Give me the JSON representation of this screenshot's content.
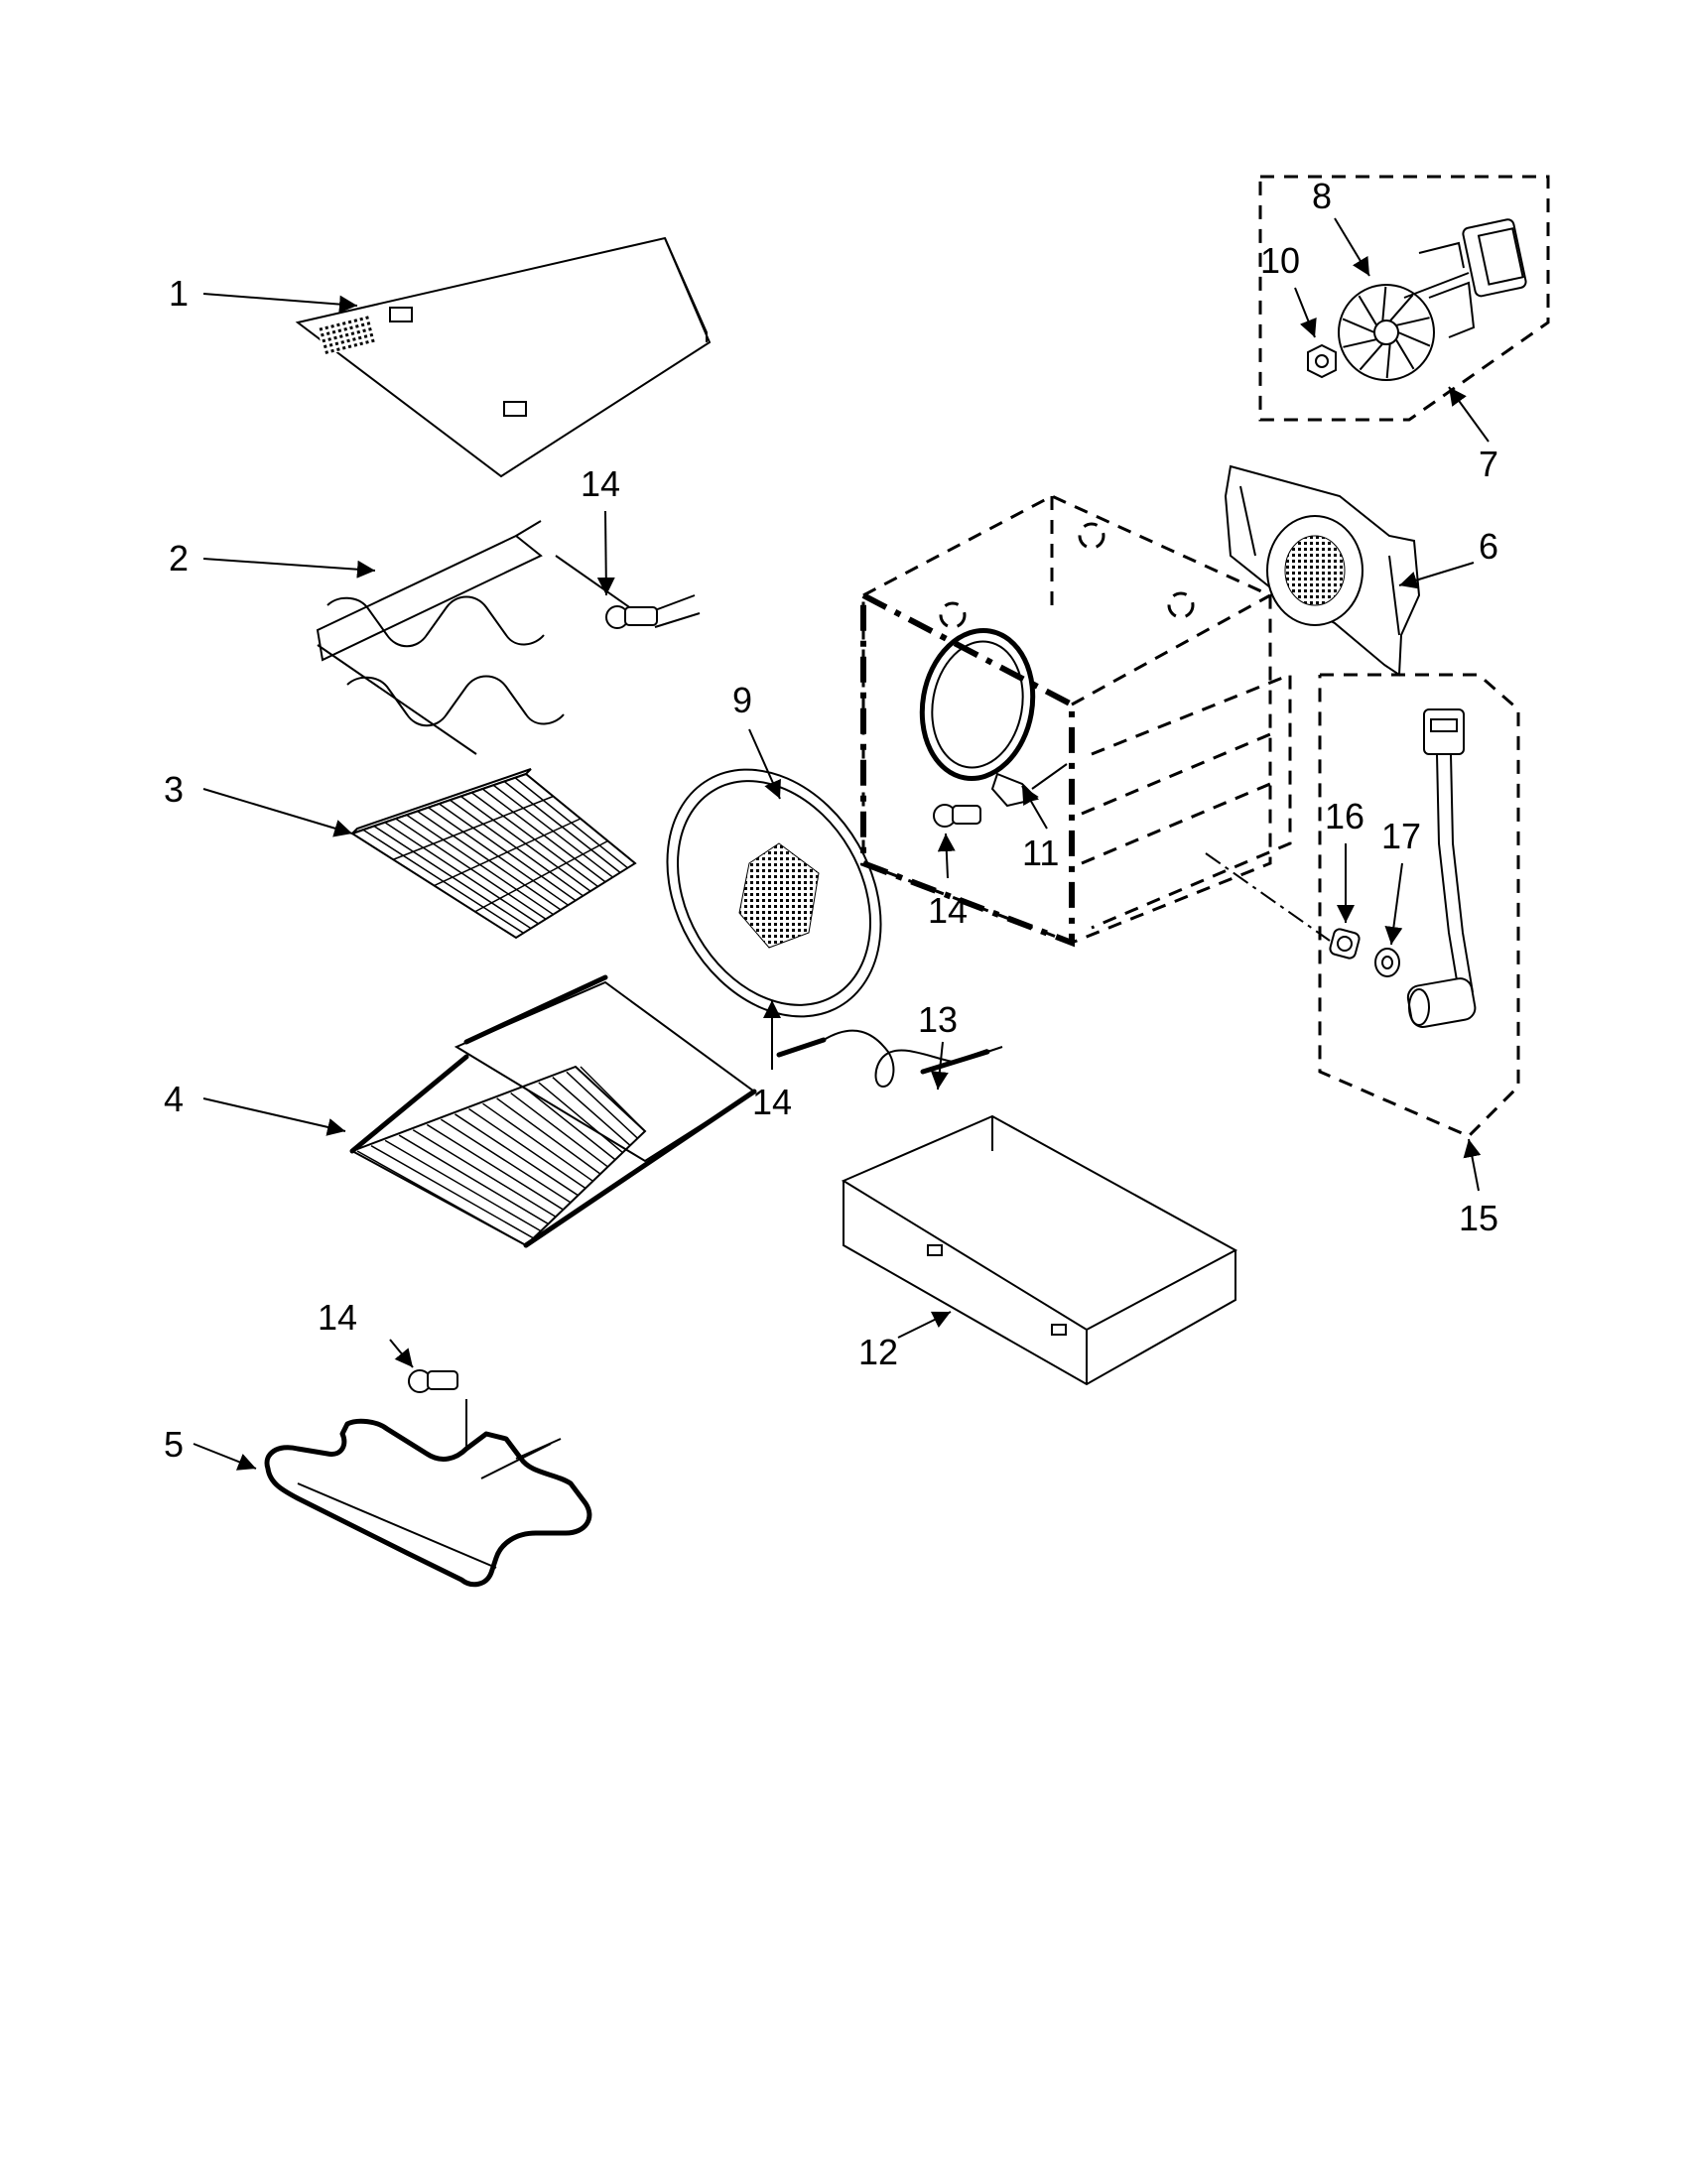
{
  "callouts": [
    {
      "id": "c1",
      "label": "1"
    },
    {
      "id": "c2",
      "label": "2"
    },
    {
      "id": "c3",
      "label": "3"
    },
    {
      "id": "c4",
      "label": "4"
    },
    {
      "id": "c5",
      "label": "5"
    },
    {
      "id": "c6",
      "label": "6"
    },
    {
      "id": "c7",
      "label": "7"
    },
    {
      "id": "c8",
      "label": "8"
    },
    {
      "id": "c9",
      "label": "9"
    },
    {
      "id": "c10",
      "label": "10"
    },
    {
      "id": "c11",
      "label": "11"
    },
    {
      "id": "c12",
      "label": "12"
    },
    {
      "id": "c13",
      "label": "13"
    },
    {
      "id": "c14a",
      "label": "14"
    },
    {
      "id": "c14b",
      "label": "14"
    },
    {
      "id": "c14c",
      "label": "14"
    },
    {
      "id": "c14d",
      "label": "14"
    },
    {
      "id": "c15",
      "label": "15"
    },
    {
      "id": "c16",
      "label": "16"
    },
    {
      "id": "c17",
      "label": "17"
    }
  ]
}
